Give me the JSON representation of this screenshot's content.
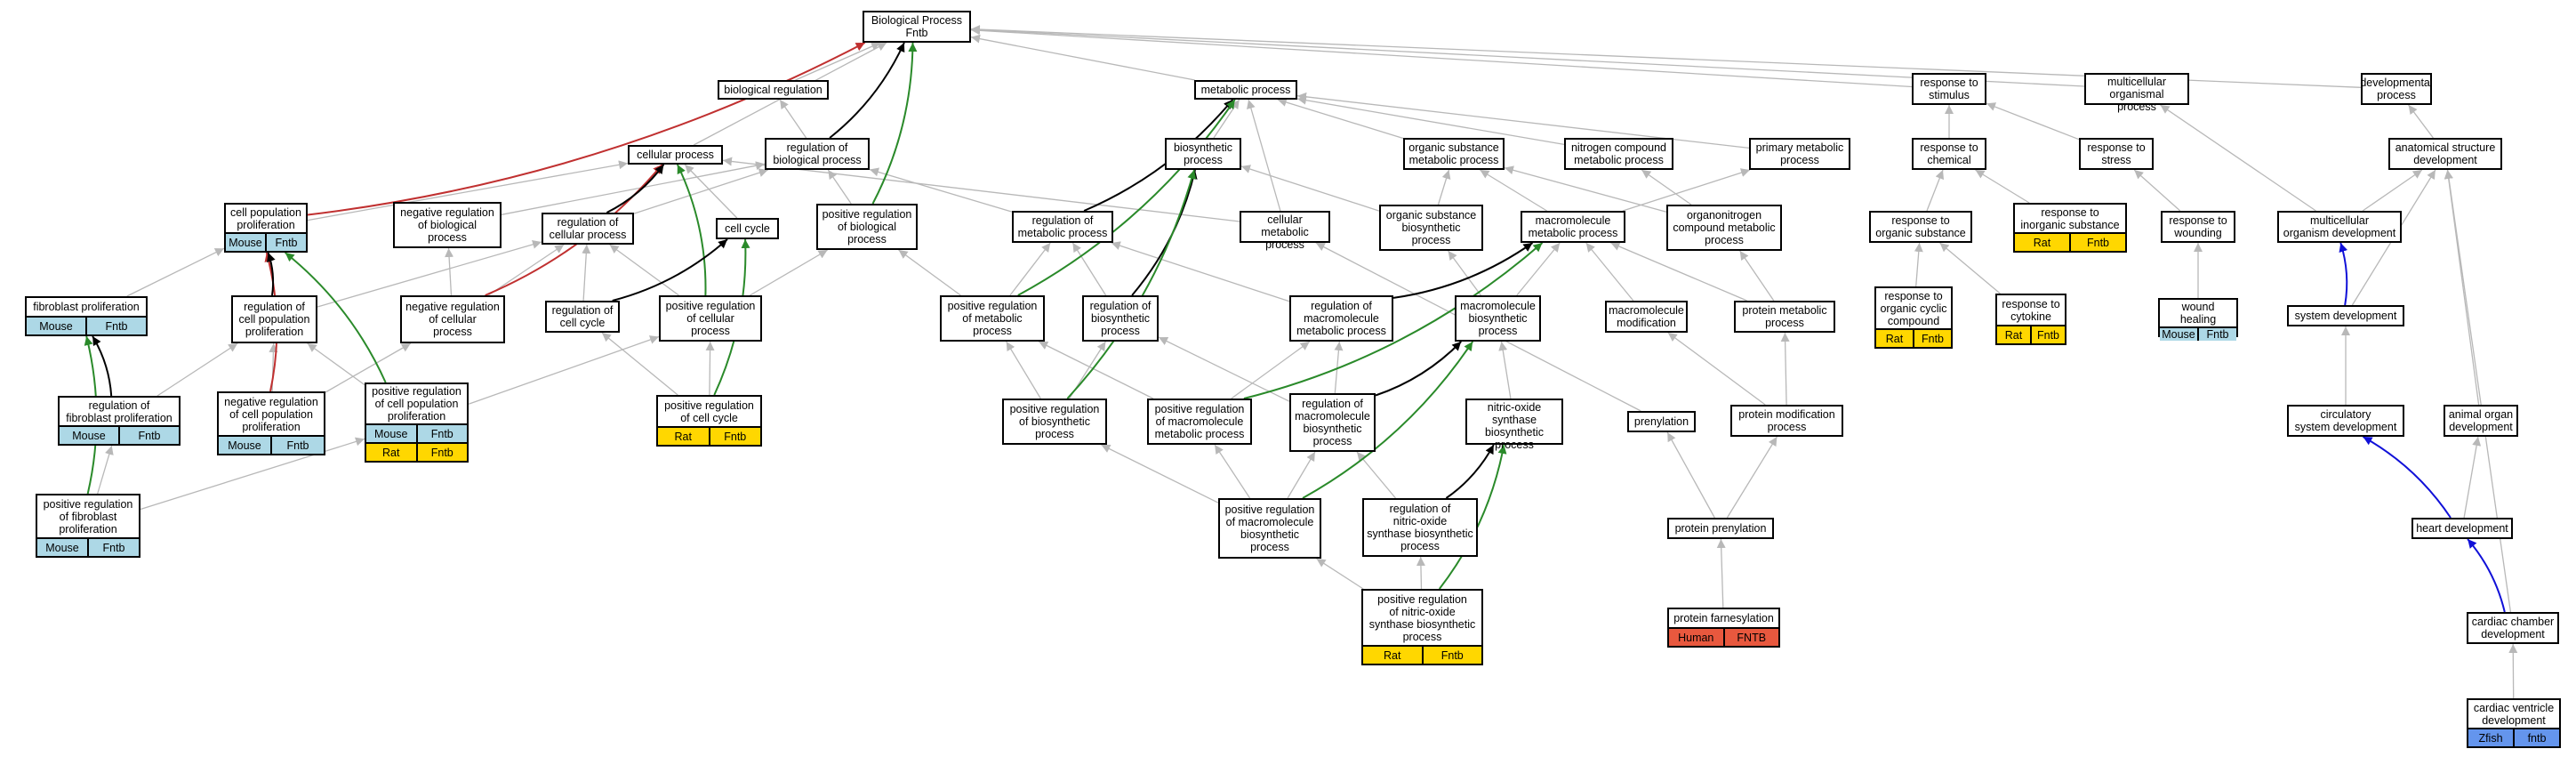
{
  "colors": {
    "edge_gray": "#b8b8b8",
    "edge_black": "#000000",
    "edge_green": "#2a8a2a",
    "edge_red": "#c03030",
    "edge_blue": "#1010d8",
    "mouse": "#add8e6",
    "rat": "#ffd700",
    "human": "#e8583e",
    "zfish": "#6495ed"
  },
  "nodes": [
    {
      "id": "bp",
      "label": "Biological Process\nFntb"
    },
    {
      "id": "bioreg",
      "label": "biological regulation"
    },
    {
      "id": "metab",
      "label": "metabolic process"
    },
    {
      "id": "resp_stim",
      "label": "response to\nstimulus"
    },
    {
      "id": "multi_proc",
      "label": "multicellular\norganismal process"
    },
    {
      "id": "dev_proc",
      "label": "developmental\nprocess"
    },
    {
      "id": "cell_proc",
      "label": "cellular process"
    },
    {
      "id": "reg_bio",
      "label": "regulation of\nbiological process"
    },
    {
      "id": "biosyn",
      "label": "biosynthetic\nprocess"
    },
    {
      "id": "org_sub",
      "label": "organic substance\nmetabolic process"
    },
    {
      "id": "nitro",
      "label": "nitrogen compound\nmetabolic process"
    },
    {
      "id": "prim",
      "label": "primary metabolic\nprocess"
    },
    {
      "id": "resp_chem",
      "label": "response to\nchemical"
    },
    {
      "id": "resp_stress",
      "label": "response to\nstress"
    },
    {
      "id": "anat",
      "label": "anatomical structure\ndevelopment"
    },
    {
      "id": "cpp",
      "label": "cell population\nproliferation",
      "ann": [
        {
          "species": "Mouse",
          "gene": "Fntb",
          "color": "mouse"
        }
      ]
    },
    {
      "id": "neg_bio",
      "label": "negative regulation\nof biological\nprocess"
    },
    {
      "id": "reg_cell",
      "label": "regulation of\ncellular process"
    },
    {
      "id": "cell_cycle",
      "label": "cell cycle"
    },
    {
      "id": "pos_bio",
      "label": "positive regulation\nof biological\nprocess"
    },
    {
      "id": "reg_metab",
      "label": "regulation of\nmetabolic process"
    },
    {
      "id": "cell_metab",
      "label": "cellular metabolic\nprocess"
    },
    {
      "id": "org_biosyn",
      "label": "organic substance\nbiosynthetic\nprocess"
    },
    {
      "id": "macro_metab",
      "label": "macromolecule\nmetabolic process"
    },
    {
      "id": "orgnitro",
      "label": "organonitrogen\ncompound metabolic\nprocess"
    },
    {
      "id": "resp_org",
      "label": "response to\norganic substance"
    },
    {
      "id": "resp_inorg",
      "label": "response to\ninorganic substance",
      "ann": [
        {
          "species": "Rat",
          "gene": "Fntb",
          "color": "rat"
        }
      ]
    },
    {
      "id": "resp_wound",
      "label": "response to\nwounding"
    },
    {
      "id": "multi_dev",
      "label": "multicellular\norganism development"
    },
    {
      "id": "fib_prolif",
      "label": "fibroblast proliferation",
      "ann": [
        {
          "species": "Mouse",
          "gene": "Fntb",
          "color": "mouse"
        }
      ]
    },
    {
      "id": "reg_cpp",
      "label": "regulation of\ncell population\nproliferation"
    },
    {
      "id": "neg_cell",
      "label": "negative regulation\nof cellular\nprocess"
    },
    {
      "id": "reg_cc",
      "label": "regulation of\ncell cycle"
    },
    {
      "id": "pos_cell",
      "label": "positive regulation\nof cellular\nprocess"
    },
    {
      "id": "pos_metab",
      "label": "positive regulation\nof metabolic\nprocess"
    },
    {
      "id": "reg_biosyn",
      "label": "regulation of\nbiosynthetic\nprocess"
    },
    {
      "id": "reg_macro_metab",
      "label": "regulation of\nmacromolecule\nmetabolic process"
    },
    {
      "id": "macro_biosyn",
      "label": "macromolecule\nbiosynthetic\nprocess"
    },
    {
      "id": "macro_mod",
      "label": "macromolecule\nmodification"
    },
    {
      "id": "prot_metab",
      "label": "protein metabolic\nprocess"
    },
    {
      "id": "resp_org_cyc",
      "label": "response to\norganic cyclic\ncompound",
      "ann": [
        {
          "species": "Rat",
          "gene": "Fntb",
          "color": "rat"
        }
      ]
    },
    {
      "id": "resp_cyto",
      "label": "response to\ncytokine",
      "ann": [
        {
          "species": "Rat",
          "gene": "Fntb",
          "color": "rat"
        }
      ]
    },
    {
      "id": "wound_heal",
      "label": "wound healing",
      "ann": [
        {
          "species": "Mouse",
          "gene": "Fntb",
          "color": "mouse"
        }
      ]
    },
    {
      "id": "sys_dev",
      "label": "system development"
    },
    {
      "id": "reg_fib",
      "label": "regulation of\nfibroblast proliferation",
      "ann": [
        {
          "species": "Mouse",
          "gene": "Fntb",
          "color": "mouse"
        }
      ]
    },
    {
      "id": "neg_cpp",
      "label": "negative regulation\nof cell population\nproliferation",
      "ann": [
        {
          "species": "Mouse",
          "gene": "Fntb",
          "color": "mouse"
        }
      ]
    },
    {
      "id": "pos_cpp",
      "label": "positive regulation\nof cell population\nproliferation",
      "ann": [
        {
          "species": "Mouse",
          "gene": "Fntb",
          "color": "mouse"
        },
        {
          "species": "Rat",
          "gene": "Fntb",
          "color": "rat"
        }
      ]
    },
    {
      "id": "pos_cc",
      "label": "positive regulation\nof cell cycle",
      "ann": [
        {
          "species": "Rat",
          "gene": "Fntb",
          "color": "rat"
        }
      ]
    },
    {
      "id": "pos_biosyn",
      "label": "positive regulation\nof biosynthetic\nprocess"
    },
    {
      "id": "pos_macro_metab",
      "label": "positive regulation\nof macromolecule\nmetabolic process"
    },
    {
      "id": "reg_macro_biosyn",
      "label": "regulation of\nmacromolecule\nbiosynthetic\nprocess"
    },
    {
      "id": "no_biosyn",
      "label": "nitric-oxide\nsynthase biosynthetic\nprocess"
    },
    {
      "id": "prenyl",
      "label": "prenylation"
    },
    {
      "id": "prot_mod",
      "label": "protein modification\nprocess"
    },
    {
      "id": "circ_dev",
      "label": "circulatory\nsystem development"
    },
    {
      "id": "animal_organ",
      "label": "animal organ\ndevelopment"
    },
    {
      "id": "pos_fib",
      "label": "positive regulation\nof fibroblast\nproliferation",
      "ann": [
        {
          "species": "Mouse",
          "gene": "Fntb",
          "color": "mouse"
        }
      ]
    },
    {
      "id": "pos_macro_biosyn",
      "label": "positive regulation\nof macromolecule\nbiosynthetic\nprocess"
    },
    {
      "id": "reg_no",
      "label": "regulation of\nnitric-oxide\nsynthase biosynthetic\nprocess"
    },
    {
      "id": "prot_prenyl",
      "label": "protein prenylation"
    },
    {
      "id": "heart_dev",
      "label": "heart development"
    },
    {
      "id": "pos_no",
      "label": "positive regulation\nof nitric-oxide\nsynthase biosynthetic\nprocess",
      "ann": [
        {
          "species": "Rat",
          "gene": "Fntb",
          "color": "rat"
        }
      ]
    },
    {
      "id": "prot_farn",
      "label": "protein farnesylation",
      "ann": [
        {
          "species": "Human",
          "gene": "FNTB",
          "color": "human"
        }
      ]
    },
    {
      "id": "card_ch",
      "label": "cardiac chamber\ndevelopment"
    },
    {
      "id": "card_vent",
      "label": "cardiac ventricle\ndevelopment",
      "ann": [
        {
          "species": "Zfish",
          "gene": "fntb",
          "color": "zfish"
        }
      ]
    }
  ],
  "edges": [
    {
      "from": "bioreg",
      "to": "bp",
      "color": "edge_gray"
    },
    {
      "from": "metab",
      "to": "bp",
      "color": "edge_gray"
    },
    {
      "from": "resp_stim",
      "to": "bp",
      "color": "edge_gray"
    },
    {
      "from": "multi_proc",
      "to": "bp",
      "color": "edge_gray"
    },
    {
      "from": "dev_proc",
      "to": "bp",
      "color": "edge_gray"
    },
    {
      "from": "cell_proc",
      "to": "bp",
      "color": "edge_gray"
    },
    {
      "from": "reg_bio",
      "to": "bp",
      "color": "edge_black"
    },
    {
      "from": "pos_bio",
      "to": "bp",
      "color": "edge_green"
    },
    {
      "from": "cpp",
      "to": "bp",
      "color": "edge_red"
    },
    {
      "from": "neg_cell",
      "to": "cell_proc",
      "color": "edge_red"
    },
    {
      "from": "neg_cpp",
      "to": "cpp",
      "color": "edge_red"
    },
    {
      "from": "reg_bio",
      "to": "bioreg",
      "color": "edge_gray"
    },
    {
      "from": "cpp",
      "to": "cell_proc",
      "color": "edge_gray"
    },
    {
      "from": "neg_bio",
      "to": "reg_bio",
      "color": "edge_gray"
    },
    {
      "from": "reg_cell",
      "to": "cell_proc",
      "color": "edge_black"
    },
    {
      "from": "reg_cell",
      "to": "reg_bio",
      "color": "edge_gray"
    },
    {
      "from": "cell_cycle",
      "to": "cell_proc",
      "color": "edge_gray"
    },
    {
      "from": "pos_bio",
      "to": "reg_bio",
      "color": "edge_gray"
    },
    {
      "from": "pos_cell",
      "to": "cell_proc",
      "color": "edge_green"
    },
    {
      "from": "pos_cell",
      "to": "reg_cell",
      "color": "edge_gray"
    },
    {
      "from": "pos_cell",
      "to": "pos_bio",
      "color": "edge_gray"
    },
    {
      "from": "reg_cc",
      "to": "cell_cycle",
      "color": "edge_black"
    },
    {
      "from": "reg_cc",
      "to": "reg_cell",
      "color": "edge_gray"
    },
    {
      "from": "pos_cc",
      "to": "cell_cycle",
      "color": "edge_green"
    },
    {
      "from": "pos_cc",
      "to": "reg_cc",
      "color": "edge_gray"
    },
    {
      "from": "pos_cc",
      "to": "pos_cell",
      "color": "edge_gray"
    },
    {
      "from": "neg_cell",
      "to": "neg_bio",
      "color": "edge_gray"
    },
    {
      "from": "neg_cell",
      "to": "reg_cell",
      "color": "edge_gray"
    },
    {
      "from": "fib_prolif",
      "to": "cpp",
      "color": "edge_gray"
    },
    {
      "from": "reg_cpp",
      "to": "cpp",
      "color": "edge_black"
    },
    {
      "from": "reg_cpp",
      "to": "reg_cell",
      "color": "edge_gray"
    },
    {
      "from": "neg_cpp",
      "to": "reg_cpp",
      "color": "edge_gray"
    },
    {
      "from": "neg_cpp",
      "to": "neg_cell",
      "color": "edge_gray"
    },
    {
      "from": "pos_cpp",
      "to": "cpp",
      "color": "edge_green"
    },
    {
      "from": "pos_cpp",
      "to": "reg_cpp",
      "color": "edge_gray"
    },
    {
      "from": "pos_cpp",
      "to": "pos_cell",
      "color": "edge_gray"
    },
    {
      "from": "reg_fib",
      "to": "fib_prolif",
      "color": "edge_black"
    },
    {
      "from": "reg_fib",
      "to": "reg_cpp",
      "color": "edge_gray"
    },
    {
      "from": "pos_fib",
      "to": "fib_prolif",
      "color": "edge_green"
    },
    {
      "from": "pos_fib",
      "to": "reg_fib",
      "color": "edge_gray"
    },
    {
      "from": "pos_fib",
      "to": "pos_cpp",
      "color": "edge_gray"
    },
    {
      "from": "biosyn",
      "to": "metab",
      "color": "edge_gray"
    },
    {
      "from": "org_sub",
      "to": "metab",
      "color": "edge_gray"
    },
    {
      "from": "nitro",
      "to": "metab",
      "color": "edge_gray"
    },
    {
      "from": "prim",
      "to": "metab",
      "color": "edge_gray"
    },
    {
      "from": "cell_metab",
      "to": "metab",
      "color": "edge_gray"
    },
    {
      "from": "cell_metab",
      "to": "cell_proc",
      "color": "edge_gray"
    },
    {
      "from": "reg_metab",
      "to": "metab",
      "color": "edge_black"
    },
    {
      "from": "reg_metab",
      "to": "reg_bio",
      "color": "edge_gray"
    },
    {
      "from": "pos_metab",
      "to": "metab",
      "color": "edge_green"
    },
    {
      "from": "pos_metab",
      "to": "reg_metab",
      "color": "edge_gray"
    },
    {
      "from": "pos_metab",
      "to": "pos_bio",
      "color": "edge_gray"
    },
    {
      "from": "org_biosyn",
      "to": "biosyn",
      "color": "edge_gray"
    },
    {
      "from": "org_biosyn",
      "to": "org_sub",
      "color": "edge_gray"
    },
    {
      "from": "macro_metab",
      "to": "org_sub",
      "color": "edge_gray"
    },
    {
      "from": "macro_metab",
      "to": "prim",
      "color": "edge_gray"
    },
    {
      "from": "orgnitro",
      "to": "nitro",
      "color": "edge_gray"
    },
    {
      "from": "orgnitro",
      "to": "org_sub",
      "color": "edge_gray"
    },
    {
      "from": "reg_biosyn",
      "to": "biosyn",
      "color": "edge_black"
    },
    {
      "from": "reg_biosyn",
      "to": "reg_metab",
      "color": "edge_gray"
    },
    {
      "from": "reg_macro_metab",
      "to": "macro_metab",
      "color": "edge_black"
    },
    {
      "from": "reg_macro_metab",
      "to": "reg_metab",
      "color": "edge_gray"
    },
    {
      "from": "macro_biosyn",
      "to": "macro_metab",
      "color": "edge_gray"
    },
    {
      "from": "macro_biosyn",
      "to": "org_biosyn",
      "color": "edge_gray"
    },
    {
      "from": "prot_metab",
      "to": "macro_metab",
      "color": "edge_gray"
    },
    {
      "from": "prot_metab",
      "to": "orgnitro",
      "color": "edge_gray"
    },
    {
      "from": "macro_mod",
      "to": "macro_metab",
      "color": "edge_gray"
    },
    {
      "from": "pos_biosyn",
      "to": "biosyn",
      "color": "edge_green"
    },
    {
      "from": "pos_biosyn",
      "to": "reg_biosyn",
      "color": "edge_gray"
    },
    {
      "from": "pos_biosyn",
      "to": "pos_metab",
      "color": "edge_gray"
    },
    {
      "from": "pos_macro_metab",
      "to": "macro_metab",
      "color": "edge_green"
    },
    {
      "from": "pos_macro_metab",
      "to": "reg_macro_metab",
      "color": "edge_gray"
    },
    {
      "from": "pos_macro_metab",
      "to": "pos_metab",
      "color": "edge_gray"
    },
    {
      "from": "reg_macro_biosyn",
      "to": "macro_biosyn",
      "color": "edge_black"
    },
    {
      "from": "reg_macro_biosyn",
      "to": "reg_macro_metab",
      "color": "edge_gray"
    },
    {
      "from": "reg_macro_biosyn",
      "to": "reg_biosyn",
      "color": "edge_gray"
    },
    {
      "from": "no_biosyn",
      "to": "macro_biosyn",
      "color": "edge_gray"
    },
    {
      "from": "pos_macro_biosyn",
      "to": "macro_biosyn",
      "color": "edge_green"
    },
    {
      "from": "pos_macro_biosyn",
      "to": "reg_macro_biosyn",
      "color": "edge_gray"
    },
    {
      "from": "pos_macro_biosyn",
      "to": "pos_biosyn",
      "color": "edge_gray"
    },
    {
      "from": "pos_macro_biosyn",
      "to": "pos_macro_metab",
      "color": "edge_gray"
    },
    {
      "from": "reg_no",
      "to": "no_biosyn",
      "color": "edge_black"
    },
    {
      "from": "reg_no",
      "to": "reg_macro_biosyn",
      "color": "edge_gray"
    },
    {
      "from": "pos_no",
      "to": "no_biosyn",
      "color": "edge_green"
    },
    {
      "from": "pos_no",
      "to": "reg_no",
      "color": "edge_gray"
    },
    {
      "from": "pos_no",
      "to": "pos_macro_biosyn",
      "color": "edge_gray"
    },
    {
      "from": "prot_mod",
      "to": "prot_metab",
      "color": "edge_gray"
    },
    {
      "from": "prot_mod",
      "to": "macro_mod",
      "color": "edge_gray"
    },
    {
      "from": "prenyl",
      "to": "cell_metab",
      "color": "edge_gray"
    },
    {
      "from": "prot_prenyl",
      "to": "prenyl",
      "color": "edge_gray"
    },
    {
      "from": "prot_prenyl",
      "to": "prot_mod",
      "color": "edge_gray"
    },
    {
      "from": "prot_farn",
      "to": "prot_prenyl",
      "color": "edge_gray"
    },
    {
      "from": "resp_chem",
      "to": "resp_stim",
      "color": "edge_gray"
    },
    {
      "from": "resp_stress",
      "to": "resp_stim",
      "color": "edge_gray"
    },
    {
      "from": "resp_org",
      "to": "resp_chem",
      "color": "edge_gray"
    },
    {
      "from": "resp_inorg",
      "to": "resp_chem",
      "color": "edge_gray"
    },
    {
      "from": "resp_org_cyc",
      "to": "resp_org",
      "color": "edge_gray"
    },
    {
      "from": "resp_cyto",
      "to": "resp_org",
      "color": "edge_gray"
    },
    {
      "from": "resp_wound",
      "to": "resp_stress",
      "color": "edge_gray"
    },
    {
      "from": "wound_heal",
      "to": "resp_wound",
      "color": "edge_gray"
    },
    {
      "from": "anat",
      "to": "dev_proc",
      "color": "edge_gray"
    },
    {
      "from": "multi_dev",
      "to": "multi_proc",
      "color": "edge_gray"
    },
    {
      "from": "multi_dev",
      "to": "anat",
      "color": "edge_gray"
    },
    {
      "from": "sys_dev",
      "to": "multi_dev",
      "color": "edge_blue"
    },
    {
      "from": "sys_dev",
      "to": "anat",
      "color": "edge_gray"
    },
    {
      "from": "circ_dev",
      "to": "sys_dev",
      "color": "edge_gray"
    },
    {
      "from": "animal_organ",
      "to": "anat",
      "color": "edge_gray"
    },
    {
      "from": "heart_dev",
      "to": "circ_dev",
      "color": "edge_blue"
    },
    {
      "from": "heart_dev",
      "to": "animal_organ",
      "color": "edge_gray"
    },
    {
      "from": "card_ch",
      "to": "heart_dev",
      "color": "edge_blue"
    },
    {
      "from": "card_ch",
      "to": "anat",
      "color": "edge_gray"
    },
    {
      "from": "card_vent",
      "to": "card_ch",
      "color": "edge_gray"
    }
  ]
}
